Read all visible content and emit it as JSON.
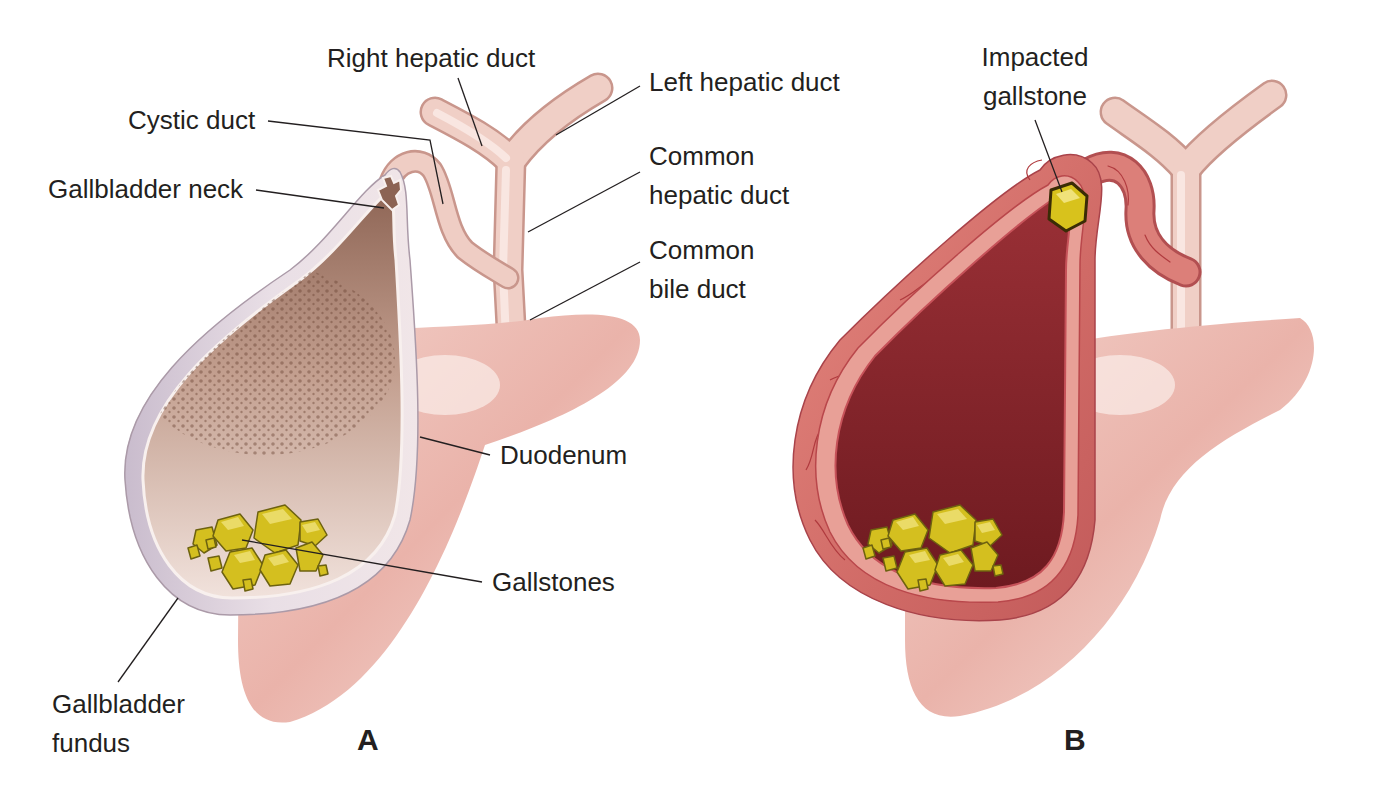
{
  "diagram": {
    "labels": [
      "Right hepatic duct",
      "Impacted gallstone",
      "Left hepatic duct",
      "Cystic duct",
      "Common hepatic duct",
      "Gallbladder neck",
      "Common bile duct",
      "Duodenum",
      "Gallstones",
      "Gallbladder fundus",
      "A",
      "B"
    ]
  }
}
